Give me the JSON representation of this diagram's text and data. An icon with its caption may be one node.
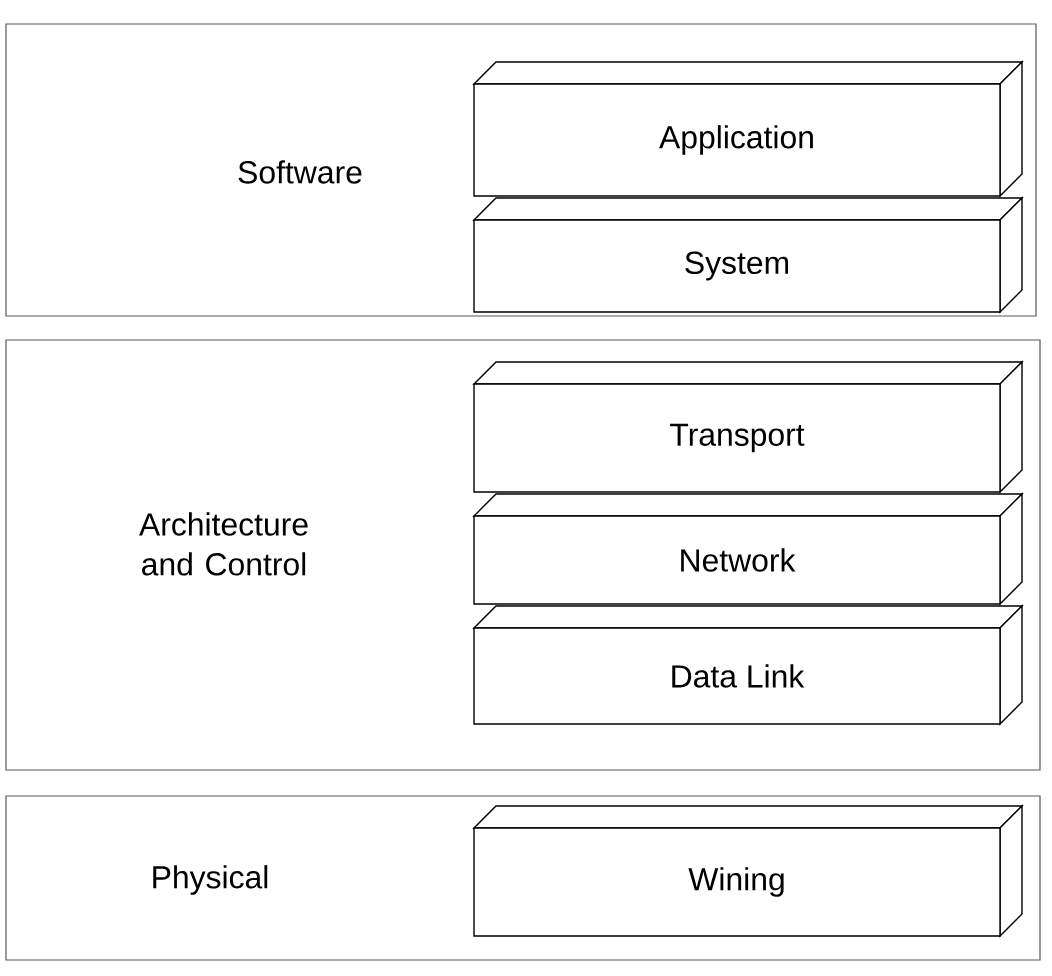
{
  "diagram": {
    "nodes": [
      {
        "text": [
          "Software"
        ]
      },
      {
        "text": [
          "Application"
        ],
        "in": 0
      },
      {
        "text": [
          "System"
        ],
        "in": 0
      },
      {
        "text": [
          "Architecture and Control"
        ]
      },
      {
        "text": [
          "Transport"
        ],
        "in": 3
      },
      {
        "text": [
          "Network"
        ],
        "in": 3
      },
      {
        "text": [
          "Data Link"
        ],
        "in": 3
      },
      {
        "text": [
          "Physical"
        ]
      },
      {
        "text": [
          "Wining"
        ],
        "in": 7
      }
    ]
  }
}
